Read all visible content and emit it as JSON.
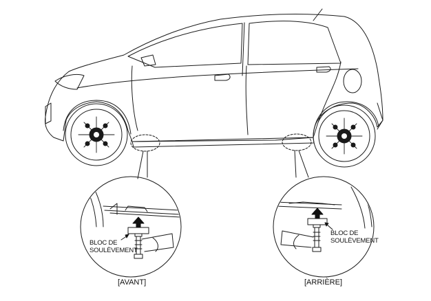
{
  "callouts": {
    "front": {
      "label_line1": "BLOC DE",
      "label_line2": "SOULÈVEMENT",
      "caption": "[AVANT]"
    },
    "rear": {
      "label_line1": "BLOC DE",
      "label_line2": "SOULÈVEMENT",
      "caption": "[ARRIÈRE]"
    }
  },
  "colors": {
    "line": "#1a1a1a",
    "background": "#ffffff",
    "arrow": "#111111"
  },
  "icons": {
    "lift_arrow": "up-arrow-icon"
  }
}
